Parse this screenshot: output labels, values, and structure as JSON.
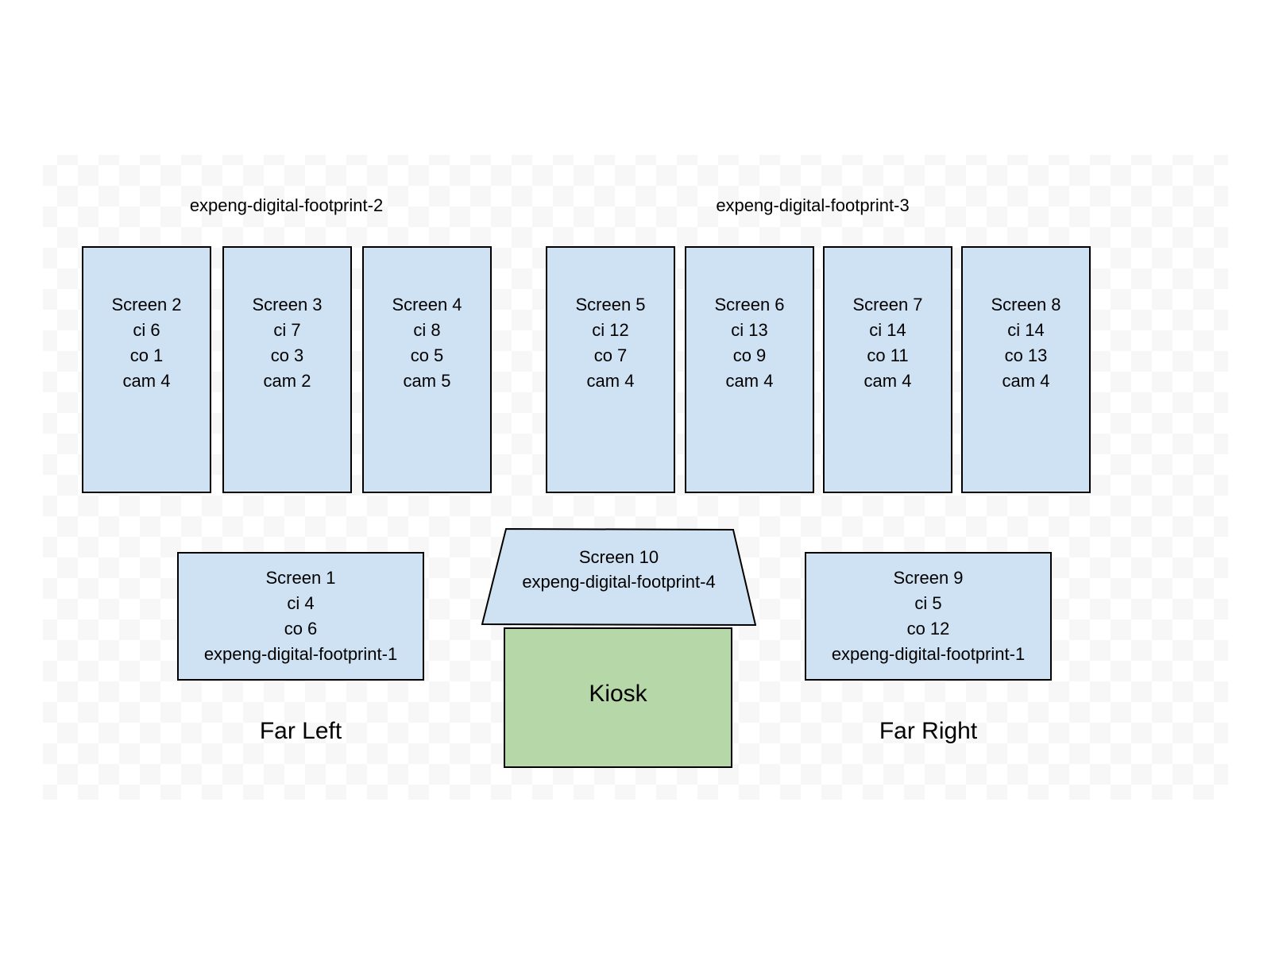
{
  "colors": {
    "screen_fill": "#cfe2f3",
    "kiosk_fill": "#b6d7a8",
    "border": "#000000",
    "checker_gray": "#f7f7f7"
  },
  "groups": [
    {
      "label": "expeng-digital-footprint-2",
      "screens": [
        {
          "title": "Screen 2",
          "ci": "ci 6",
          "co": "co 1",
          "cam": "cam 4"
        },
        {
          "title": "Screen 3",
          "ci": "ci 7",
          "co": "co 3",
          "cam": "cam 2"
        },
        {
          "title": "Screen 4",
          "ci": "ci 8",
          "co": "co 5",
          "cam": "cam 5"
        }
      ]
    },
    {
      "label": "expeng-digital-footprint-3",
      "screens": [
        {
          "title": "Screen 5",
          "ci": "ci 12",
          "co": "co 7",
          "cam": "cam 4"
        },
        {
          "title": "Screen 6",
          "ci": "ci 13",
          "co": "co 9",
          "cam": "cam 4"
        },
        {
          "title": "Screen 7",
          "ci": "ci 14",
          "co": "co 11",
          "cam": "cam 4"
        },
        {
          "title": "Screen 8",
          "ci": "ci 14",
          "co": "co 13",
          "cam": "cam 4"
        }
      ]
    }
  ],
  "bottom": {
    "left": {
      "title": "Screen 1",
      "ci": "ci 4",
      "co": "co 6",
      "footprint": "expeng-digital-footprint-1",
      "position_label": "Far Left"
    },
    "right": {
      "title": "Screen 9",
      "ci": "ci 5",
      "co": "co 12",
      "footprint": "expeng-digital-footprint-1",
      "position_label": "Far Right"
    }
  },
  "kiosk": {
    "label": "Kiosk",
    "screen": {
      "title": "Screen 10",
      "footprint": "expeng-digital-footprint-4"
    }
  }
}
